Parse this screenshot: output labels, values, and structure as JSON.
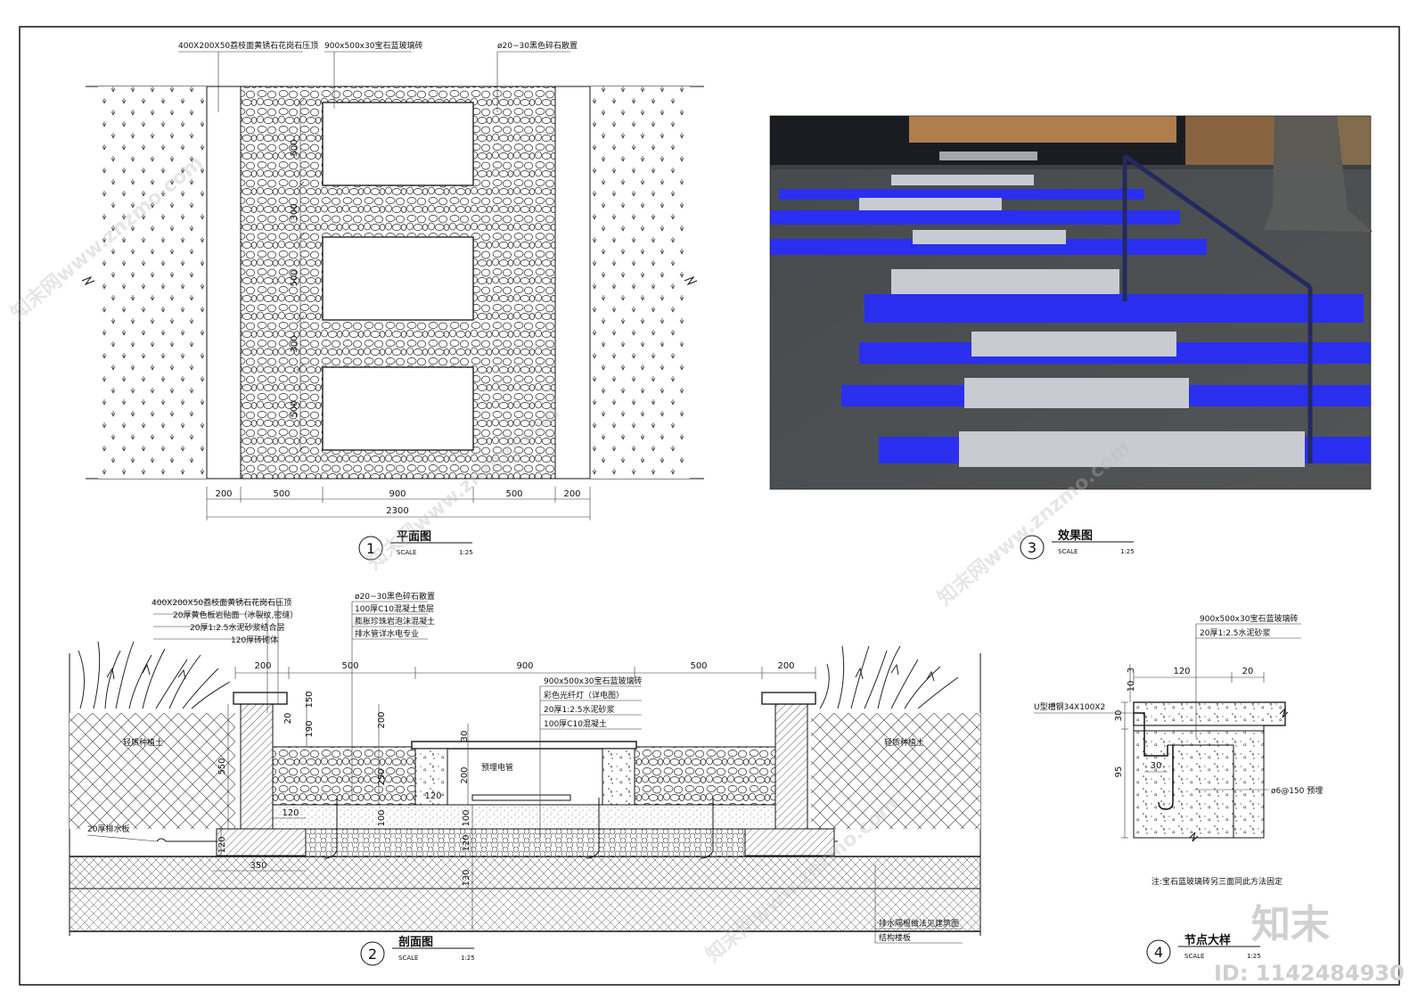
{
  "plan": {
    "labels": {
      "curb": "400X200X50荔枝面黄锈石花岗石压顶",
      "glass": "900x500x30宝石蓝玻璃砖",
      "pebble": "ø20~30黑色碎石散置"
    },
    "vdims": [
      "500",
      "300",
      "500",
      "300",
      "500"
    ],
    "hdims": [
      "200",
      "500",
      "900",
      "500",
      "200"
    ],
    "total": "2300",
    "title_no": "1",
    "title": "平面图",
    "scale_label": "SCALE",
    "scale_value": "1:25"
  },
  "photo": {
    "title_no": "3",
    "title": "效果图",
    "scale_label": "SCALE",
    "scale_value": "1:25"
  },
  "section": {
    "left_labels": [
      "400X200X50荔枝面黄锈石花岗石压顶",
      "20厚黄色板岩贴面（冰裂纹,密缝）",
      "20厚1:2.5水泥砂浆结合层",
      "120厚砖砌体"
    ],
    "mid_labels": [
      "ø20~30黑色碎石散置",
      "100厚C10混凝土垫层",
      "膨胀珍珠岩泡沫混凝土",
      "排水管详水电专业"
    ],
    "center_labels": [
      "900x500x30宝石蓝玻璃砖",
      "彩色光纤灯（详电图）",
      "20厚1:2.5水泥砂浆",
      "100厚C10混凝土"
    ],
    "hdims": [
      "200",
      "500",
      "900",
      "500",
      "200"
    ],
    "soil_left": "轻质种植土",
    "soil_right": "轻质种植土",
    "waterproof": "20厚排水板",
    "drain": "预埋电管",
    "vd_150": "150",
    "vd_190": "190",
    "vd_550": "550",
    "vd_20": "20",
    "vd_200a": "200",
    "vd_30": "30",
    "vd_200b": "200",
    "vd_250": "250",
    "vd_100a": "100",
    "vd_100b": "100",
    "vd_120a": "120",
    "vd_120b": "120",
    "vd_120c": "120",
    "vd_130": "130",
    "hd_350": "350",
    "hd_120": "120",
    "bottom_labels": [
      "排水隔根做法见建筑图",
      "结构楼板"
    ],
    "title_no": "2",
    "title": "剖面图",
    "scale_label": "SCALE",
    "scale_value": "1:25"
  },
  "detail": {
    "labels": [
      "900x500x30宝石蓝玻璃砖",
      "20厚1:2.5水泥砂浆"
    ],
    "u_steel": "U型槽钢34X100X2",
    "rebar": "ø6@150 预埋",
    "d_120": "120",
    "d_20": "20",
    "d_3": "3",
    "d_10": "10",
    "d_30a": "30",
    "d_30b": "30",
    "d_95": "95",
    "note": "注:宝石蓝玻璃砖另三面同此方法固定",
    "title_no": "4",
    "title": "节点大样",
    "scale_label": "SCALE",
    "scale_value": "1:25"
  },
  "brand": {
    "logo": "知末",
    "id": "ID: 1142484930",
    "watermark": "知末网www.znzmo.com"
  }
}
